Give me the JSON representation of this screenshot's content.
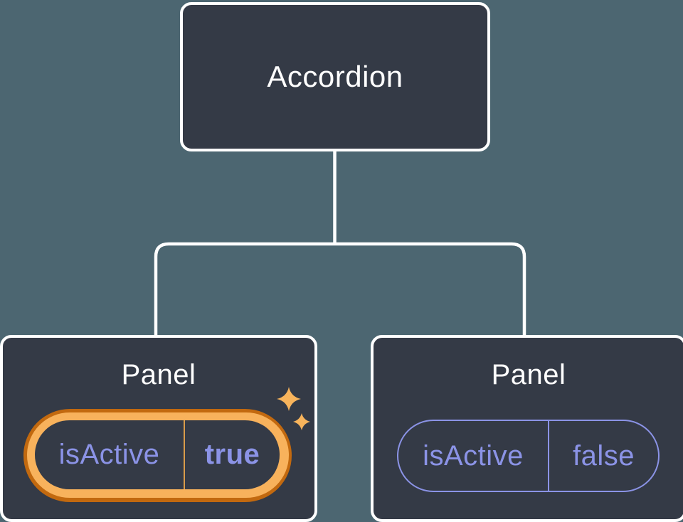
{
  "diagram": {
    "root": {
      "label": "Accordion"
    },
    "panels": [
      {
        "title": "Panel",
        "prop": "isActive",
        "value": "true",
        "highlighted": true
      },
      {
        "title": "Panel",
        "prop": "isActive",
        "value": "false",
        "highlighted": false
      }
    ],
    "colors": {
      "background": "#4C6671",
      "node_fill": "#343A46",
      "node_border": "#FFFFFF",
      "connector": "#FFFFFF",
      "state_text": "#8B93E6",
      "highlight_gold": "#F8B25C",
      "highlight_dark_orange": "#C2690F",
      "highlight_divider": "#D99C4A",
      "sparkle": "#F8B45C"
    },
    "icons": [
      "sparkle-icon"
    ]
  }
}
